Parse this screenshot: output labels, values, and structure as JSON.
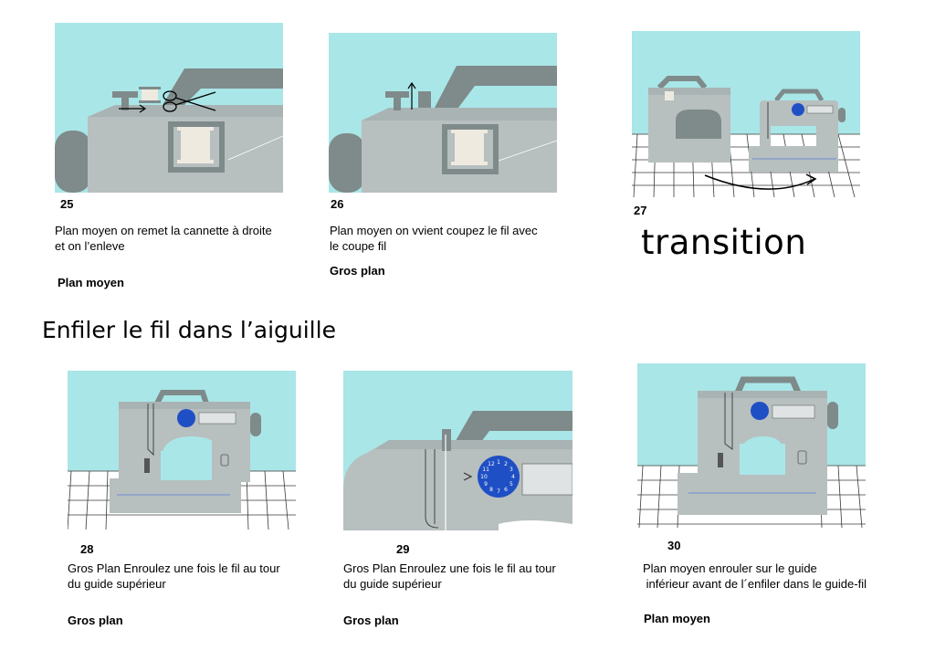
{
  "section_title": "Enfiler le fil dans l’aiguille",
  "panels": [
    {
      "number": "25",
      "description": [
        "Plan moyen on remet la cannette à droite",
        "et on l’enleve"
      ],
      "shot": "Plan moyen"
    },
    {
      "number": "26",
      "description": [
        "Plan moyen on vvient coupez le fil avec",
        "le coupe fil"
      ],
      "shot": "Gros plan"
    },
    {
      "number": "27",
      "title": "transition"
    },
    {
      "number": "28",
      "description": [
        "Gros Plan Enroulez une fois le fil au tour",
        "du guide supérieur"
      ],
      "shot": "Gros plan"
    },
    {
      "number": "29",
      "description": [
        "Gros Plan Enroulez une fois le fil au tour",
        "du guide supérieur"
      ],
      "shot": "Gros plan"
    },
    {
      "number": "30",
      "description": [
        "Plan moyen enrouler sur le guide",
        " inférieur avant de l´enfiler dans le guide-fil"
      ],
      "shot": "Plan moyen"
    }
  ],
  "colors": {
    "sky": "#a9e6e8",
    "machine": "#b7bfbf",
    "machine_dark": "#7f8a8a",
    "dial": "#1f4fc4",
    "floor": "#ffffff",
    "grid": "#3a3a3a"
  },
  "dial_numbers": [
    "1",
    "2",
    "3",
    "4",
    "5",
    "6",
    "7",
    "8",
    "9",
    "10",
    "11",
    "12"
  ]
}
